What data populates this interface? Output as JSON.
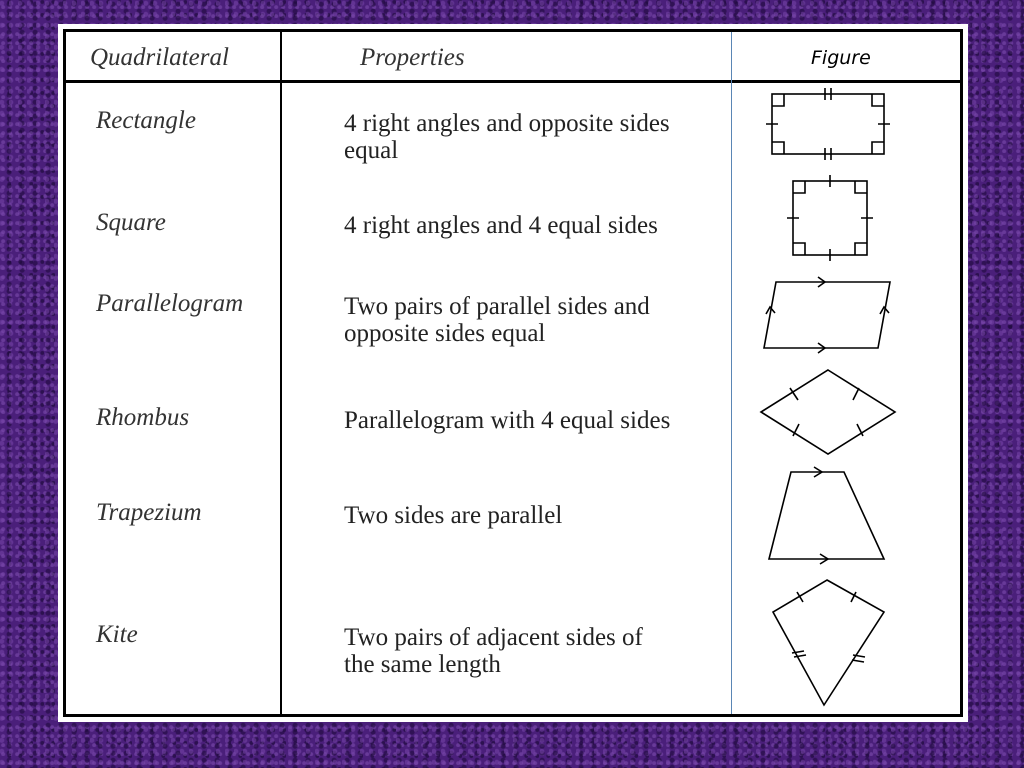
{
  "table": {
    "headers": {
      "quadrilateral": "Quadrilateral",
      "properties": "Properties",
      "figure": "Figure"
    },
    "rows": [
      {
        "name": "Rectangle",
        "properties": "4 right angles and opposite sides equal",
        "figure_icon": "rectangle-icon"
      },
      {
        "name": "Square",
        "properties": "4 right angles and 4 equal sides",
        "figure_icon": "square-icon"
      },
      {
        "name": "Parallelogram",
        "properties": "Two pairs of parallel sides and opposite sides equal",
        "figure_icon": "parallelogram-icon"
      },
      {
        "name": "Rhombus",
        "properties": "Parallelogram with 4 equal sides",
        "figure_icon": "rhombus-icon"
      },
      {
        "name": "Trapezium",
        "properties": "Two sides are parallel",
        "figure_icon": "trapezium-icon"
      },
      {
        "name": "Kite",
        "properties": "Two pairs of adjacent sides of the same length",
        "figure_icon": "kite-icon"
      }
    ]
  },
  "colors": {
    "background": "#4a1f7a",
    "table_border": "#000000",
    "figure_divider": "#5a86b5"
  }
}
